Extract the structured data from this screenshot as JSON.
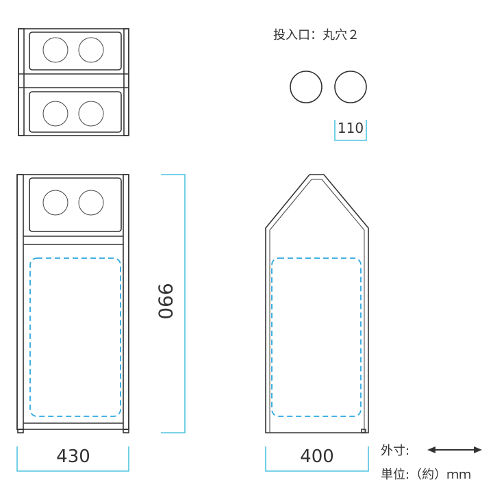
{
  "opening": {
    "title": "投入口：丸穴２",
    "diameter_label": "110"
  },
  "dimensions": {
    "height": "990",
    "width": "430",
    "depth": "400"
  },
  "legend": {
    "outer_dimension_label": "外寸:",
    "unit_label": "単位:（約）ｍｍ"
  },
  "colors": {
    "dimension_line": "#4fc3df",
    "inner_bag_dashed": "#2aa8e0",
    "outline": "#333333"
  }
}
